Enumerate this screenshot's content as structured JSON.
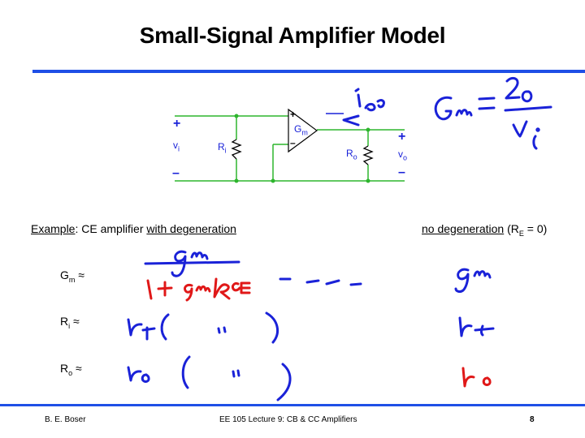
{
  "slide": {
    "title": "Small-Signal Amplifier Model",
    "page_number": "8"
  },
  "circuit": {
    "plus_in": "+",
    "minus_in": "–",
    "vi": "v",
    "vi_sub": "i",
    "ri": "R",
    "ri_sub": "i",
    "amp_plus": "+",
    "amp_minus": "–",
    "gm": "G",
    "gm_sub": "m",
    "ro": "R",
    "ro_sub": "o",
    "plus_out": "+",
    "minus_out": "–",
    "vo": "v",
    "vo_sub": "o"
  },
  "example": {
    "label": "Example",
    "colon_text": ":  CE amplifier ",
    "with_degeneration": "with degeneration",
    "no_degeneration": "no degeneration",
    "no_deg_suffix_open": " (R",
    "no_deg_suffix_sub": "E",
    "no_deg_suffix_close": " = 0)"
  },
  "rows": [
    {
      "name": "G",
      "sub": "m",
      "approx": " ≈"
    },
    {
      "name": "R",
      "sub": "i",
      "approx": " ≈"
    },
    {
      "name": "R",
      "sub": "o",
      "approx": " ≈"
    }
  ],
  "footer": {
    "author": "B. E. Boser",
    "course": "EE 105 Lecture 9: CB & CC Amplifiers"
  },
  "colors": {
    "rule": "#1f4fe6",
    "wire": "#2db52d",
    "ink_blue": "#1a22d8",
    "ink_red": "#e01818"
  }
}
